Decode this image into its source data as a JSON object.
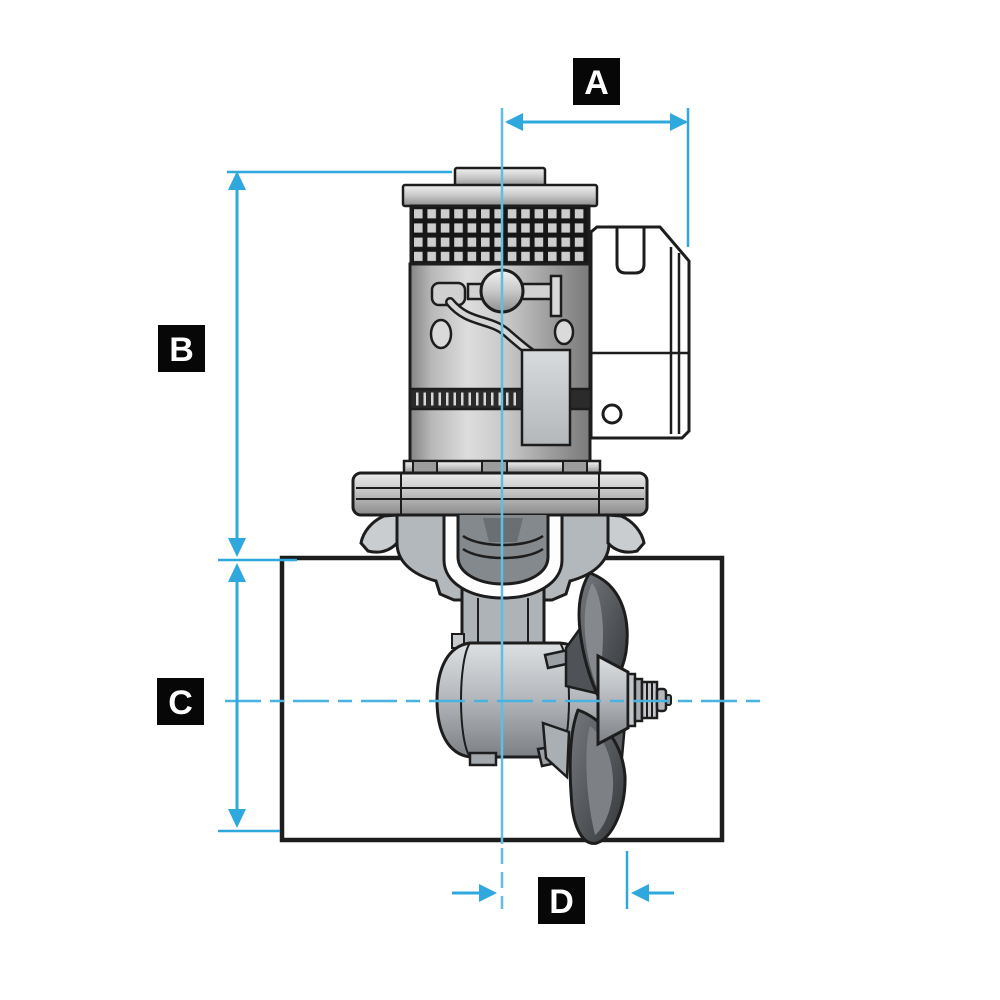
{
  "diagram": {
    "name": "thruster-dimension-diagram",
    "labels": {
      "a": "A",
      "b": "B",
      "c": "C",
      "d": "D"
    },
    "colors": {
      "dimension_blue": "#2FA8DE",
      "centerline_blue": "#5FBEE6",
      "linework": "#1D1D1D",
      "label_background": "#070707",
      "label_text": "#FFFFFF",
      "background": "#FFFFFF"
    }
  }
}
